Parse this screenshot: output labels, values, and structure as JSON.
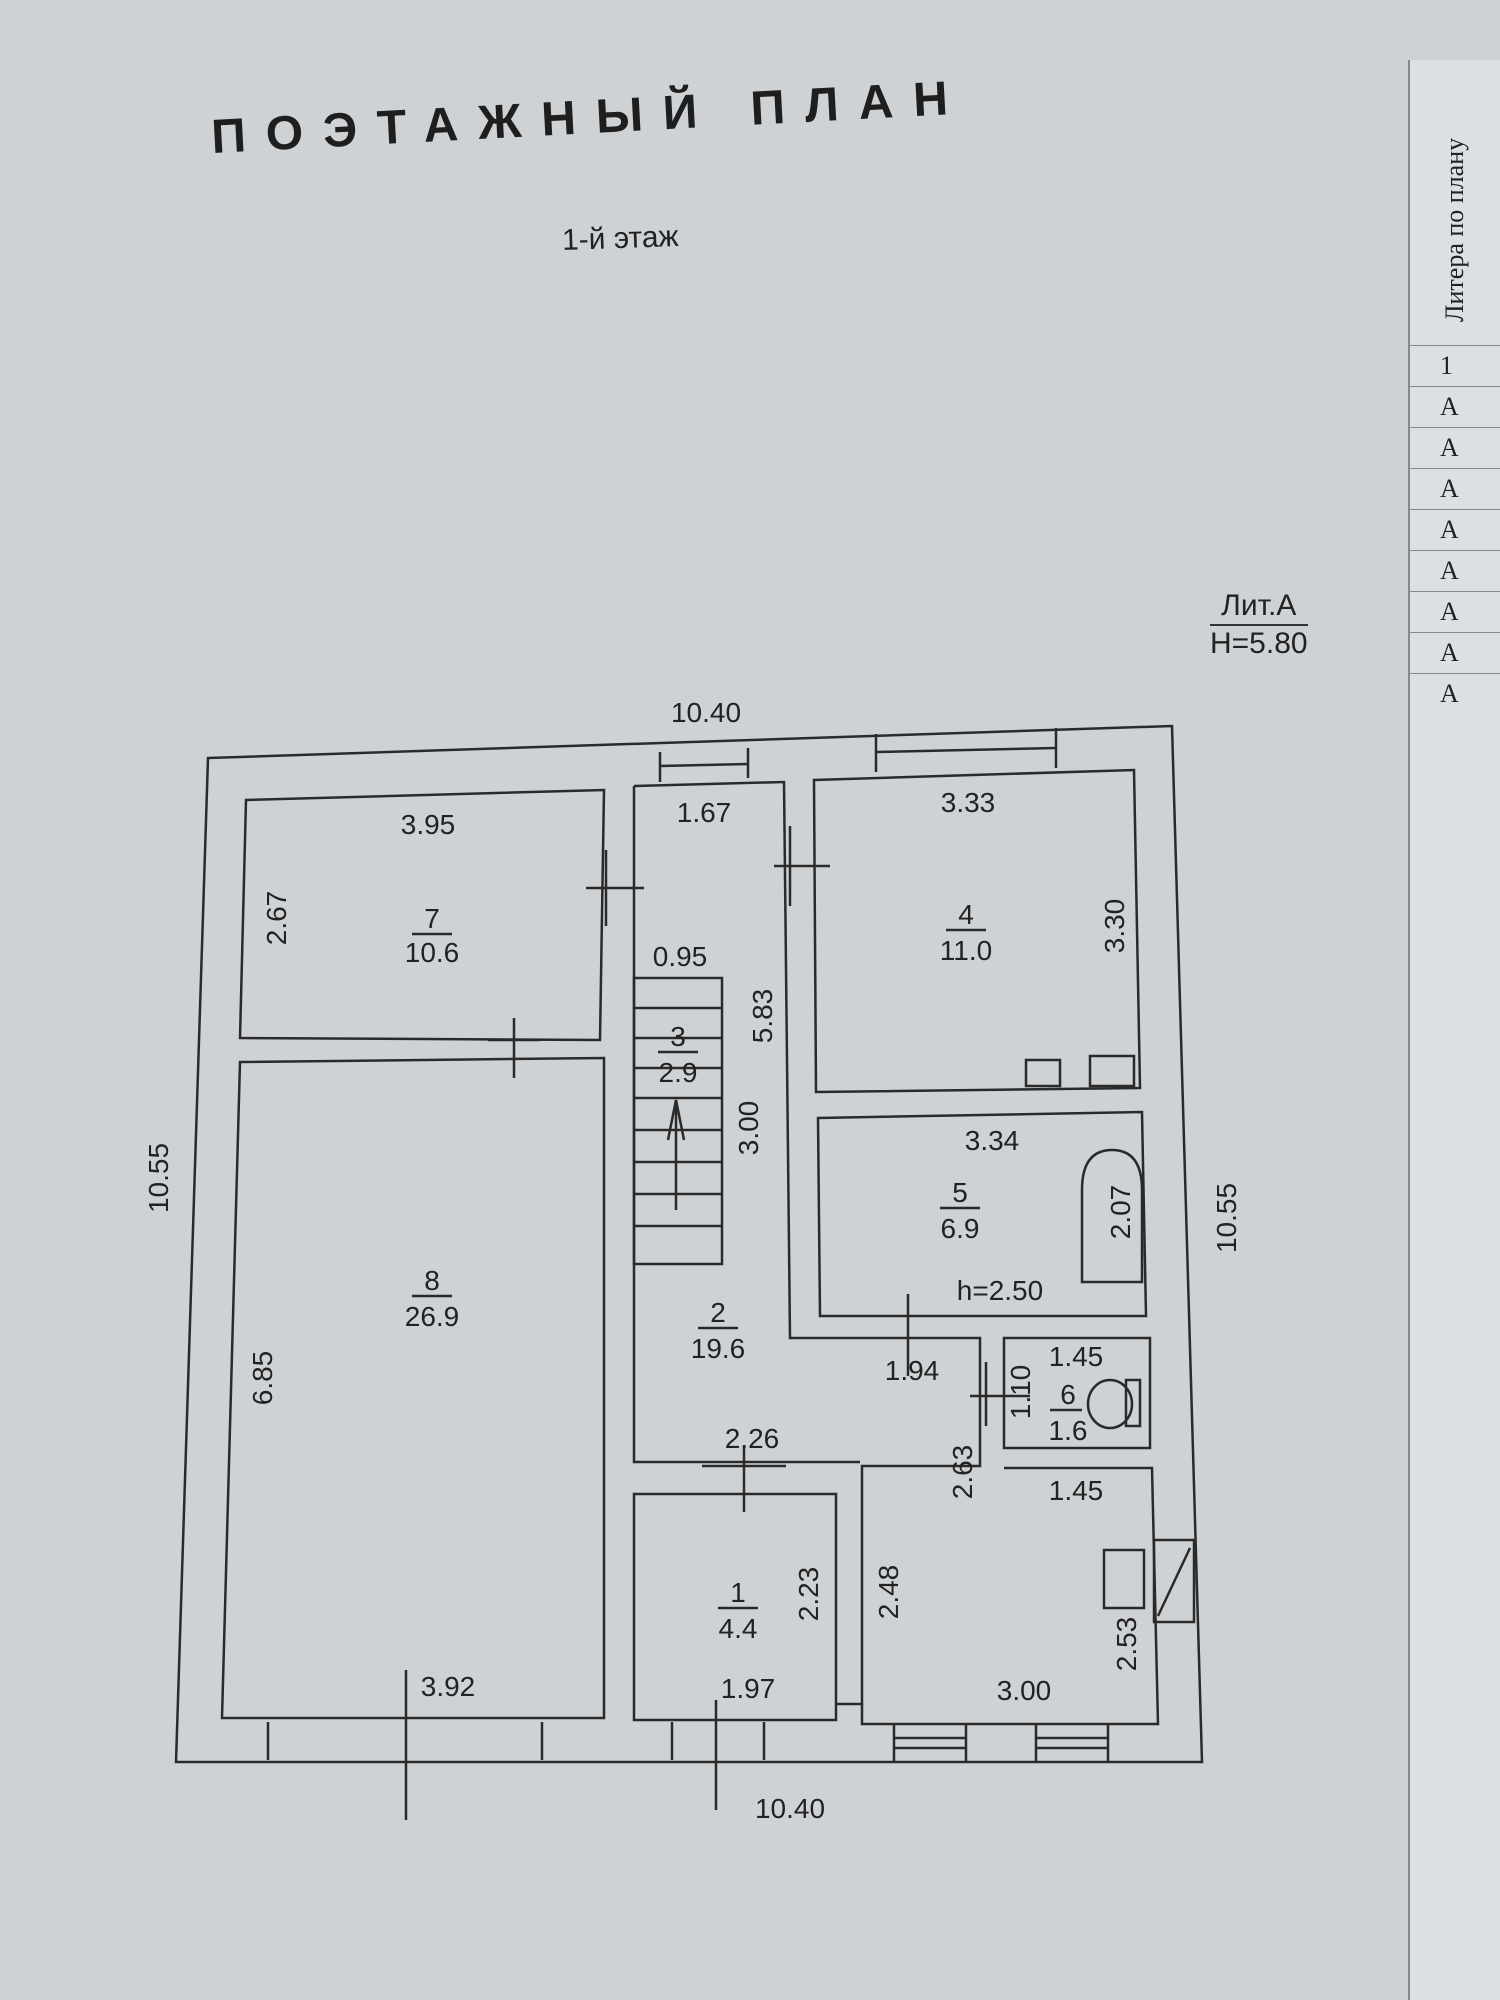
{
  "title": "ПОЭТАЖНЫЙ ПЛАН",
  "subtitle": "1-й этаж",
  "liter": {
    "name": "Лит.А",
    "height": "H=5.80"
  },
  "side_panel": {
    "header": "Литера по плану",
    "rows": [
      "1",
      "А",
      "А",
      "А",
      "А",
      "А",
      "А",
      "А",
      "А"
    ]
  },
  "overall": {
    "width_top": "10.40",
    "width_bottom": "10.40",
    "height_left": "10.55",
    "height_right": "10.55"
  },
  "rooms": [
    {
      "id": "7",
      "area": "10.6"
    },
    {
      "id": "8",
      "area": "26.9"
    },
    {
      "id": "3",
      "area": "2.9"
    },
    {
      "id": "2",
      "area": "19.6"
    },
    {
      "id": "4",
      "area": "11.0"
    },
    {
      "id": "5",
      "area": "6.9"
    },
    {
      "id": "6",
      "area": "1.6"
    },
    {
      "id": "1",
      "area": "4.4"
    }
  ],
  "dims": {
    "r7_w": "3.95",
    "r7_h": "2.67",
    "r8_h": "6.85",
    "r8_w": "3.92",
    "r2_top": "1.67",
    "stair_w": "0.95",
    "r2_len": "5.83",
    "stair_len": "3.00",
    "r2_w_low": "2.26",
    "r2_right": "2.48",
    "r4_w": "3.33",
    "r4_h": "3.30",
    "r5_w": "3.34",
    "bath_len": "2.07",
    "r5_ceiling": "h=2.50",
    "corr_w": "1.94",
    "corr_len": "2.63",
    "r6_w": "1.45",
    "r6_h": "1.10",
    "kitchen_w": "1.45",
    "kitchen_len": "3.00",
    "kitchen_h": "2.53",
    "r1_h": "2.23",
    "r1_w": "1.97"
  }
}
